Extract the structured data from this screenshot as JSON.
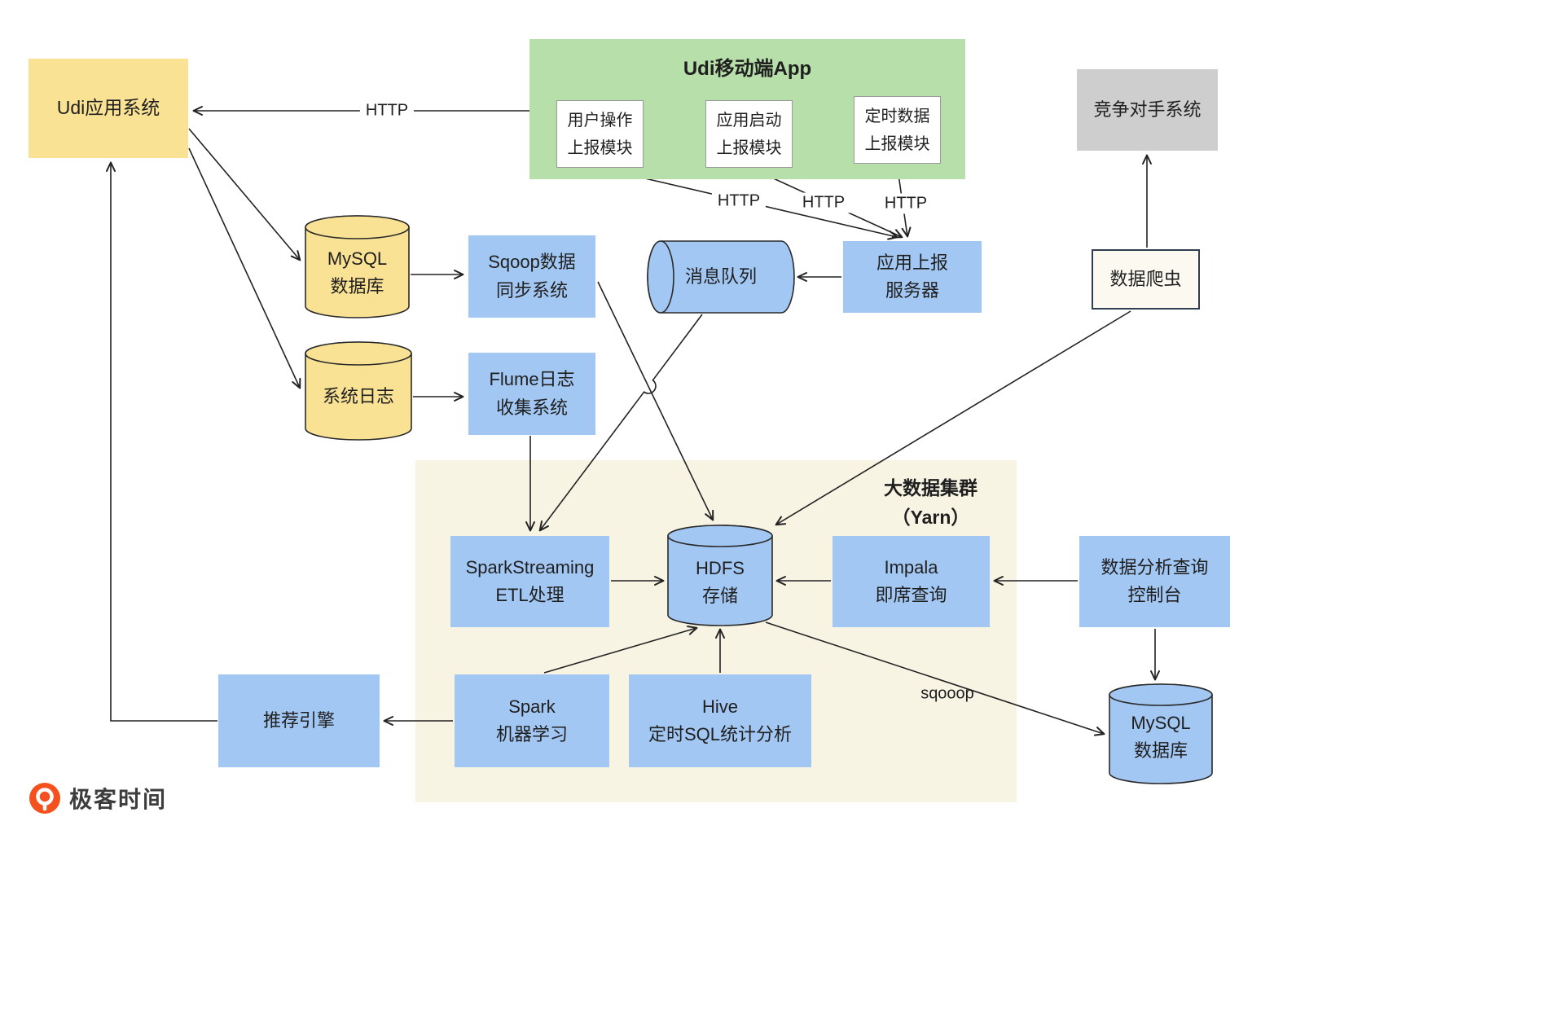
{
  "diagram": {
    "nodes": {
      "udi_app_system": {
        "label": "Udi应用系统"
      },
      "udi_mobile_app": {
        "title": "Udi移动端App",
        "modules": [
          {
            "label": "用户操作\n上报模块"
          },
          {
            "label": "应用启动\n上报模块"
          },
          {
            "label": "定时数据\n上报模块"
          }
        ]
      },
      "competitor_system": {
        "label": "竞争对手系统"
      },
      "mysql_db_source": {
        "label": "MySQL\n数据库"
      },
      "system_logs": {
        "label": "系统日志"
      },
      "sqoop_sync": {
        "label": "Sqoop数据\n同步系统"
      },
      "flume_collect": {
        "label": "Flume日志\n收集系统"
      },
      "message_queue": {
        "label": "消息队列"
      },
      "app_report_server": {
        "label": "应用上报\n服务器"
      },
      "data_crawler": {
        "label": "数据爬虫"
      },
      "big_data_cluster": {
        "label": "大数据集群\n（Yarn）"
      },
      "spark_streaming": {
        "label": "SparkStreaming\nETL处理"
      },
      "hdfs": {
        "label": "HDFS\n存储"
      },
      "impala": {
        "label": "Impala\n即席查询"
      },
      "query_console": {
        "label": "数据分析查询\n控制台"
      },
      "spark_ml": {
        "label": "Spark\n机器学习"
      },
      "hive": {
        "label": "Hive\n定时SQL统计分析"
      },
      "mysql_db_result": {
        "label": "MySQL\n数据库"
      },
      "recommendation_engine": {
        "label": "推荐引擎"
      }
    },
    "edge_labels": {
      "http_main": "HTTP",
      "http_user_action": "HTTP",
      "http_app_launch": "HTTP",
      "http_scheduled": "HTTP",
      "sqoop_export": "sqooop"
    },
    "colors": {
      "yellow_node": "#fae294",
      "green_node": "#b7dfa9",
      "blue_node": "#a3c7f3",
      "gray_node": "#cecece",
      "beige_region": "#f8f4e4",
      "crawler_fill": "#fcfaf0",
      "line": "#222222",
      "logo_orange": "#f4511e"
    },
    "logo": {
      "text": "极客时间"
    }
  }
}
